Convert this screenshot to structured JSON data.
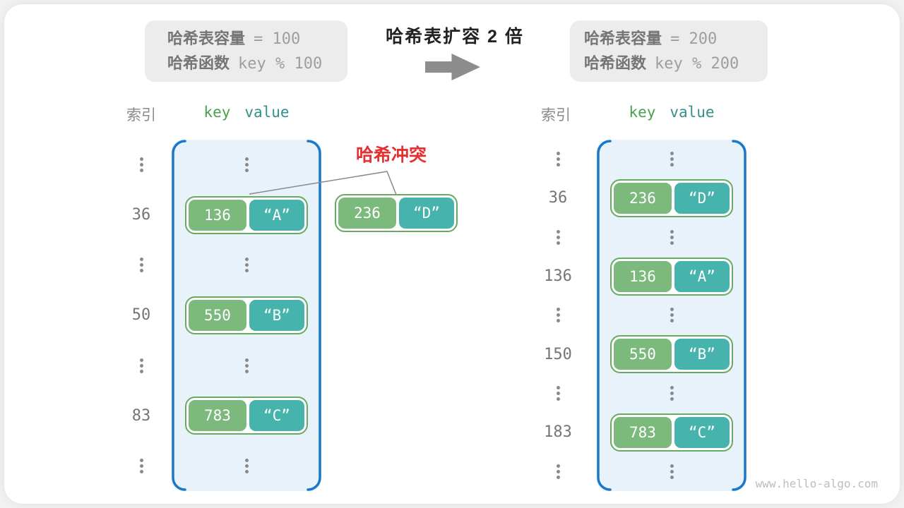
{
  "header": {
    "left_box": {
      "cap_label": "哈希表容量",
      "cap_value": "= 100",
      "fn_label": "哈希函数",
      "fn_value": "key % 100"
    },
    "title": "哈希表扩容 2 倍",
    "arrow_icon": "right-arrow",
    "right_box": {
      "cap_label": "哈希表容量",
      "cap_value": "= 200",
      "fn_label": "哈希函数",
      "fn_value": "key % 200"
    }
  },
  "collision": {
    "label": "哈希冲突",
    "pair": {
      "key": "236",
      "value": "“D”"
    }
  },
  "tables": {
    "left": {
      "index_header": "索引",
      "key_header": "key",
      "value_header": "value",
      "rows": [
        {
          "type": "dots"
        },
        {
          "type": "pair",
          "index": "36",
          "key": "136",
          "value": "“A”"
        },
        {
          "type": "dots"
        },
        {
          "type": "pair",
          "index": "50",
          "key": "550",
          "value": "“B”"
        },
        {
          "type": "dots"
        },
        {
          "type": "pair",
          "index": "83",
          "key": "783",
          "value": "“C”"
        },
        {
          "type": "dots"
        }
      ]
    },
    "right": {
      "index_header": "索引",
      "key_header": "key",
      "value_header": "value",
      "rows": [
        {
          "type": "dots"
        },
        {
          "type": "pair",
          "index": "36",
          "key": "236",
          "value": "“D”"
        },
        {
          "type": "dots"
        },
        {
          "type": "pair",
          "index": "136",
          "key": "136",
          "value": "“A”"
        },
        {
          "type": "dots"
        },
        {
          "type": "pair",
          "index": "150",
          "key": "550",
          "value": "“B”"
        },
        {
          "type": "dots"
        },
        {
          "type": "pair",
          "index": "183",
          "key": "783",
          "value": "“C”"
        },
        {
          "type": "dots"
        }
      ]
    }
  },
  "watermark": "www.hello-algo.com",
  "colors": {
    "key_fill": "#7cb97d",
    "val_fill": "#46b3ac",
    "pair_border": "#68aa60",
    "bucket_fill": "#e8f2fb",
    "bracket": "#1a78c8",
    "key_text": "#4c9e50",
    "val_text": "#31918c",
    "red": "#e33030"
  }
}
